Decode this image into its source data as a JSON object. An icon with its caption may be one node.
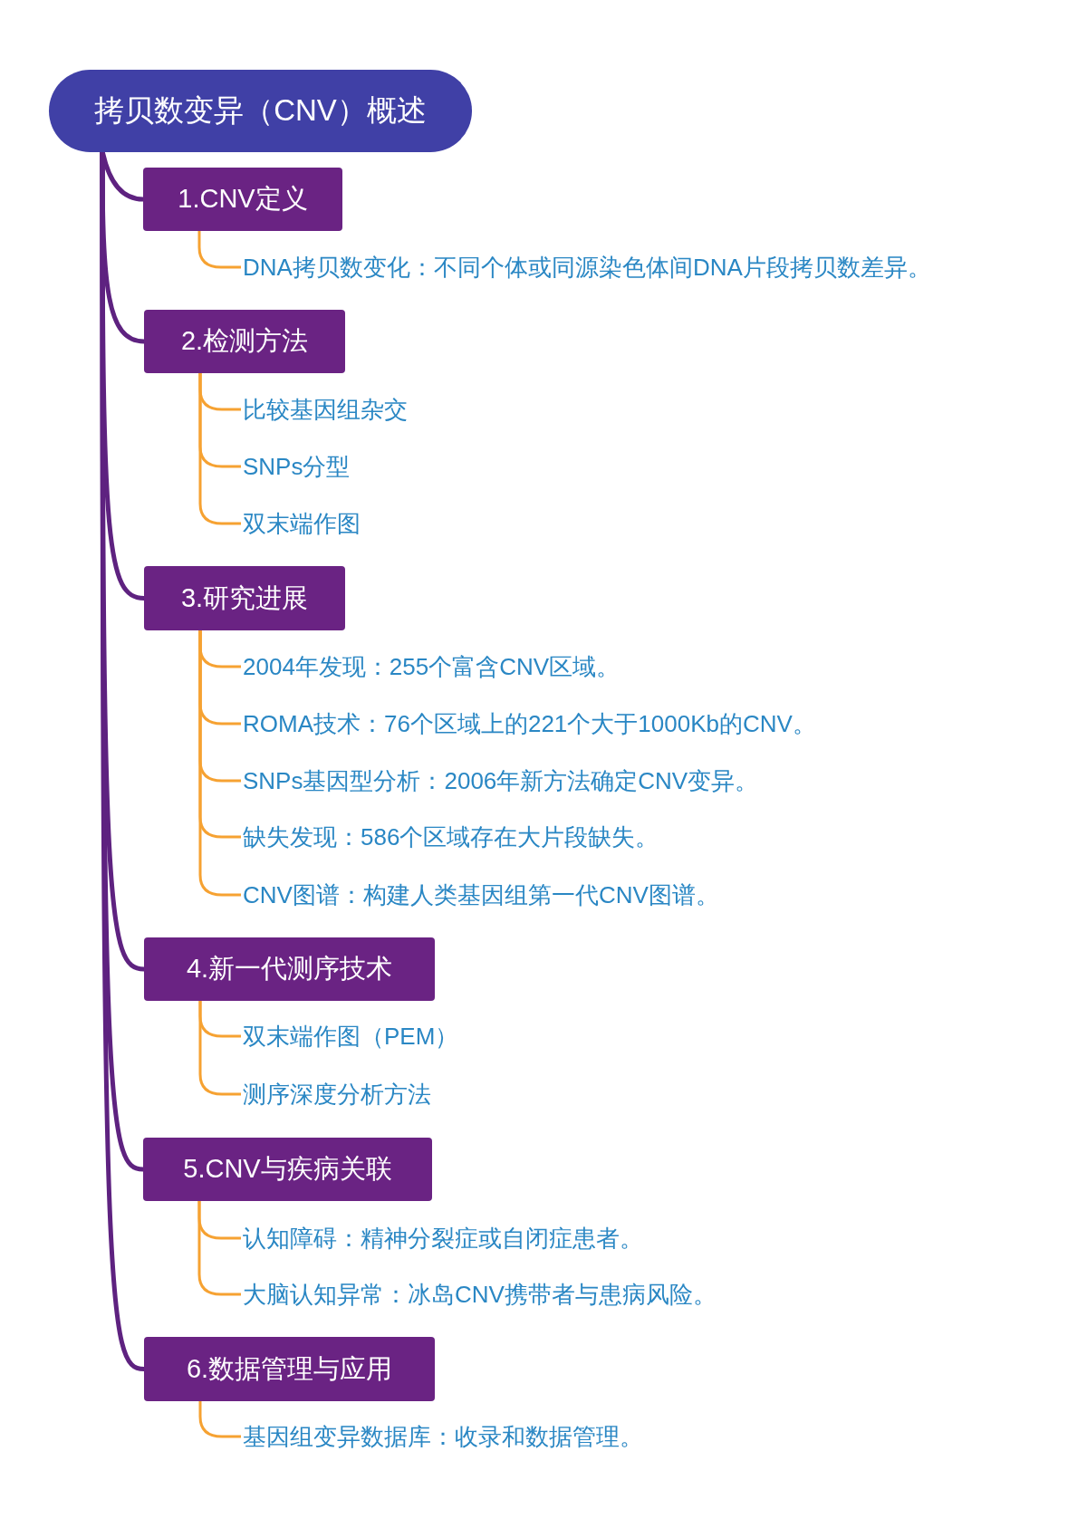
{
  "diagram": {
    "nodes": [
      {
        "text": [
          "拷贝数变异（CNV）概述"
        ]
      },
      {
        "text": [
          "1.CNV定义"
        ]
      },
      {
        "text": [
          "DNA拷贝数变化：不同个体或同源染色体间DNA片段拷贝数差异。"
        ]
      },
      {
        "text": [
          "2.检测方法"
        ]
      },
      {
        "text": [
          "比较基因组杂交"
        ]
      },
      {
        "text": [
          "SNPs分型"
        ]
      },
      {
        "text": [
          "双末端作图"
        ]
      },
      {
        "text": [
          "3.研究进展"
        ]
      },
      {
        "text": [
          "2004年发现：255个富含CNV区域。"
        ]
      },
      {
        "text": [
          "ROMA技术：76个区域上的221个大于1000Kb的CNV。"
        ]
      },
      {
        "text": [
          "SNPs基因型分析：2006年新方法确定CNV变异。"
        ]
      },
      {
        "text": [
          "缺失发现：586个区域存在大片段缺失。"
        ]
      },
      {
        "text": [
          "CNV图谱：构建人类基因组第一代CNV图谱。"
        ]
      },
      {
        "text": [
          "4.新一代测序技术"
        ]
      },
      {
        "text": [
          "双末端作图（PEM）"
        ]
      },
      {
        "text": [
          "测序深度分析方法"
        ]
      },
      {
        "text": [
          "5.CNV与疾病关联"
        ]
      },
      {
        "text": [
          "认知障碍：精神分裂症或自闭症患者。"
        ]
      },
      {
        "text": [
          "大脑认知异常：冰岛CNV携带者与患病风险。"
        ]
      },
      {
        "text": [
          "6.数据管理与应用"
        ]
      },
      {
        "text": [
          "基因组变异数据库：收录和数据管理。"
        ]
      }
    ],
    "edges": [
      {
        "from": 0,
        "to": 1,
        "arrow": "none",
        "color": "#5e2280"
      },
      {
        "from": 0,
        "to": 3,
        "arrow": "none",
        "color": "#5e2280"
      },
      {
        "from": 0,
        "to": 7,
        "arrow": "none",
        "color": "#5e2280"
      },
      {
        "from": 0,
        "to": 13,
        "arrow": "none",
        "color": "#5e2280"
      },
      {
        "from": 0,
        "to": 16,
        "arrow": "none",
        "color": "#5e2280"
      },
      {
        "from": 0,
        "to": 19,
        "arrow": "none",
        "color": "#5e2280"
      },
      {
        "from": 1,
        "to": 2,
        "arrow": "none"
      },
      {
        "from": 3,
        "to": 4,
        "arrow": "none"
      },
      {
        "from": 3,
        "to": 5,
        "arrow": "none"
      },
      {
        "from": 3,
        "to": 6,
        "arrow": "none"
      },
      {
        "from": 7,
        "to": 8,
        "arrow": "none"
      },
      {
        "from": 7,
        "to": 9,
        "arrow": "none"
      },
      {
        "from": 7,
        "to": 10,
        "arrow": "none"
      },
      {
        "from": 7,
        "to": 11,
        "arrow": "none"
      },
      {
        "from": 7,
        "to": 12,
        "arrow": "none"
      },
      {
        "from": 13,
        "to": 14,
        "arrow": "none"
      },
      {
        "from": 13,
        "to": 15,
        "arrow": "none"
      },
      {
        "from": 16,
        "to": 17,
        "arrow": "none"
      },
      {
        "from": 16,
        "to": 18,
        "arrow": "none"
      },
      {
        "from": 19,
        "to": 20,
        "arrow": "none"
      }
    ]
  }
}
